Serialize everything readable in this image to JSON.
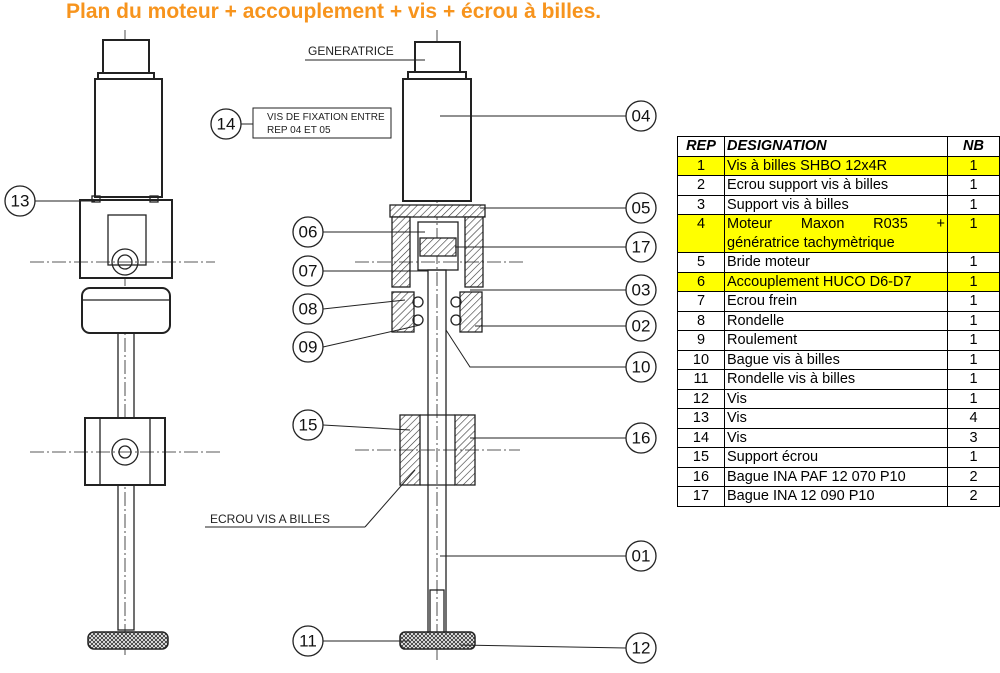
{
  "title": "Plan du moteur + accouplement + vis + écrou à billes.",
  "annotations": {
    "generatrice": "GENERATRICE",
    "note_14_line1": "VIS DE FIXATION ENTRE",
    "note_14_line2": "REP 04 ET 05",
    "ecrou": "ECROU VIS A BILLES"
  },
  "callouts": {
    "c13": "13",
    "c14": "14",
    "c06": "06",
    "c07": "07",
    "c08": "08",
    "c09": "09",
    "c15": "15",
    "c11": "11",
    "c04": "04",
    "c05": "05",
    "c17": "17",
    "c03": "03",
    "c02": "02",
    "c10": "10",
    "c16": "16",
    "c01": "01",
    "c12": "12"
  },
  "table": {
    "headers": {
      "rep": "REP",
      "designation": "DESIGNATION",
      "nb": "NB"
    },
    "highlight_color": "#ffff00",
    "rows": [
      {
        "rep": "1",
        "designation": "Vis à billes SHBO 12x4R",
        "nb": "1",
        "highlight": true
      },
      {
        "rep": "2",
        "designation": "Ecrou support vis à billes",
        "nb": "1",
        "highlight": false
      },
      {
        "rep": "3",
        "designation": "Support vis à billes",
        "nb": "1",
        "highlight": false
      },
      {
        "rep": "4",
        "designation": "Moteur Maxon R035 + génératrice tachymètrique",
        "nb": "1",
        "highlight": true
      },
      {
        "rep": "5",
        "designation": "Bride moteur",
        "nb": "1",
        "highlight": false
      },
      {
        "rep": "6",
        "designation": "Accouplement HUCO D6-D7",
        "nb": "1",
        "highlight": true
      },
      {
        "rep": "7",
        "designation": "Ecrou frein",
        "nb": "1",
        "highlight": false
      },
      {
        "rep": "8",
        "designation": "Rondelle",
        "nb": "1",
        "highlight": false
      },
      {
        "rep": "9",
        "designation": "Roulement",
        "nb": "1",
        "highlight": false
      },
      {
        "rep": "10",
        "designation": "Bague vis à billes",
        "nb": "1",
        "highlight": false
      },
      {
        "rep": "11",
        "designation": "Rondelle vis à billes",
        "nb": "1",
        "highlight": false
      },
      {
        "rep": "12",
        "designation": "Vis",
        "nb": "1",
        "highlight": false
      },
      {
        "rep": "13",
        "designation": "Vis",
        "nb": "4",
        "highlight": false
      },
      {
        "rep": "14",
        "designation": "Vis",
        "nb": "3",
        "highlight": false
      },
      {
        "rep": "15",
        "designation": "Support écrou",
        "nb": "1",
        "highlight": false
      },
      {
        "rep": "16",
        "designation": "Bague INA PAF 12 070 P10",
        "nb": "2",
        "highlight": false
      },
      {
        "rep": "17",
        "designation": "Bague INA 12 090 P10",
        "nb": "2",
        "highlight": false
      }
    ]
  }
}
